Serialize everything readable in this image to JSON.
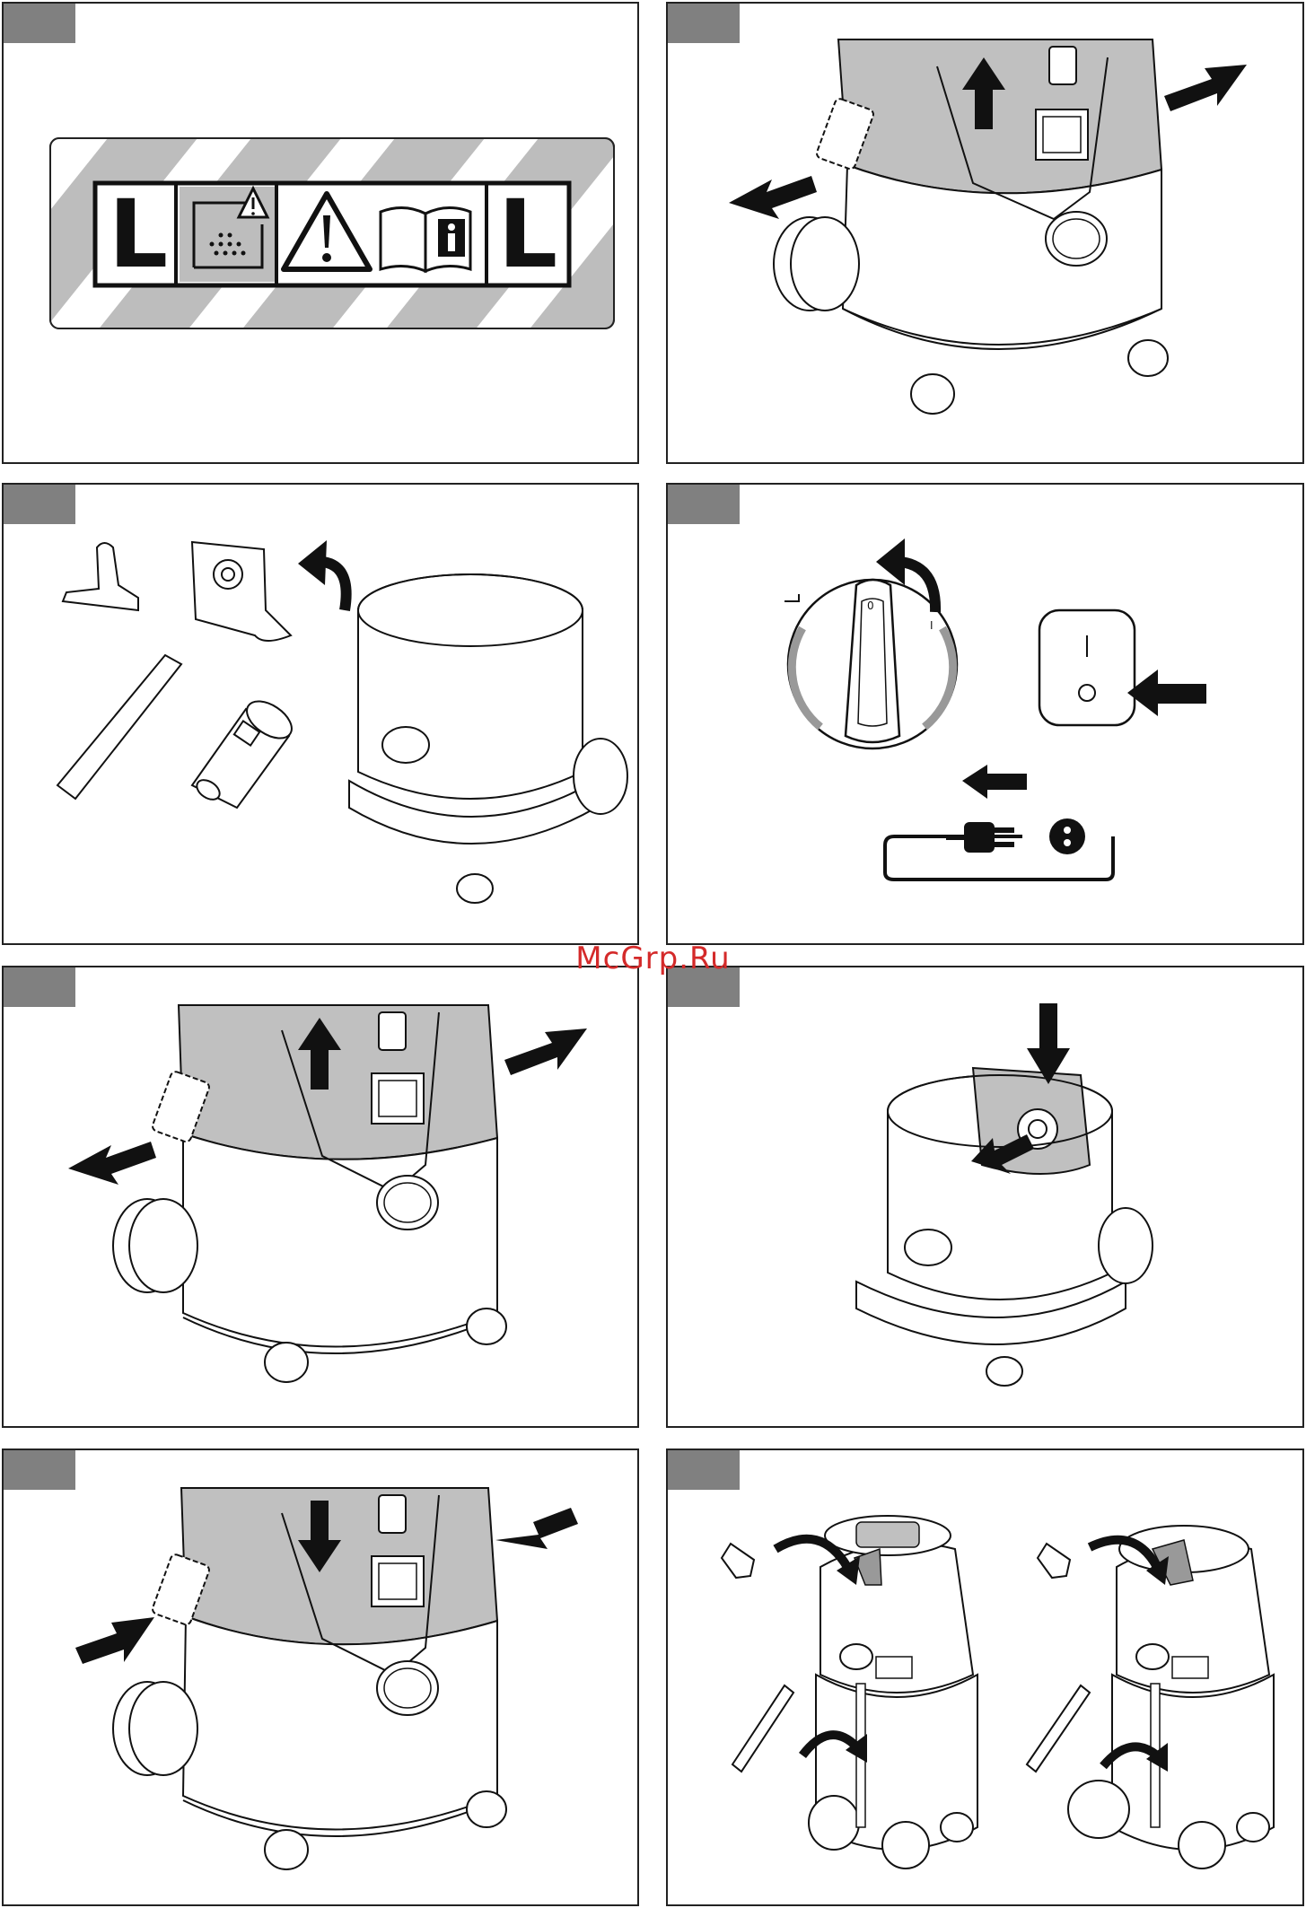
{
  "watermark": {
    "text": "McGrp.Ru",
    "color": "#d42a2a"
  },
  "colors": {
    "tab": "#808080",
    "housing": "#c0c0c0",
    "arrow": "#111111"
  },
  "panels": [
    {
      "id": "1",
      "content": "warning-label",
      "icons": [
        "L-class-icon",
        "dust-warning-icon",
        "warning-triangle-icon",
        "manual-info-icon",
        "L-class-icon"
      ]
    },
    {
      "id": "2",
      "content": "remove-head-unlatch"
    },
    {
      "id": "3",
      "content": "accessories-unpack"
    },
    {
      "id": "4",
      "content": "switch-and-plug"
    },
    {
      "id": "5",
      "content": "remove-head-unlatch"
    },
    {
      "id": "6",
      "content": "insert-filter-bag"
    },
    {
      "id": "7",
      "content": "attach-head-latch"
    },
    {
      "id": "8",
      "content": "accessory-storage"
    }
  ],
  "label": {
    "left_letter": "L",
    "right_letter": "L"
  },
  "switch": {
    "dial_mark_off": "0",
    "dial_mark_on": "I",
    "button_mark": "I"
  }
}
